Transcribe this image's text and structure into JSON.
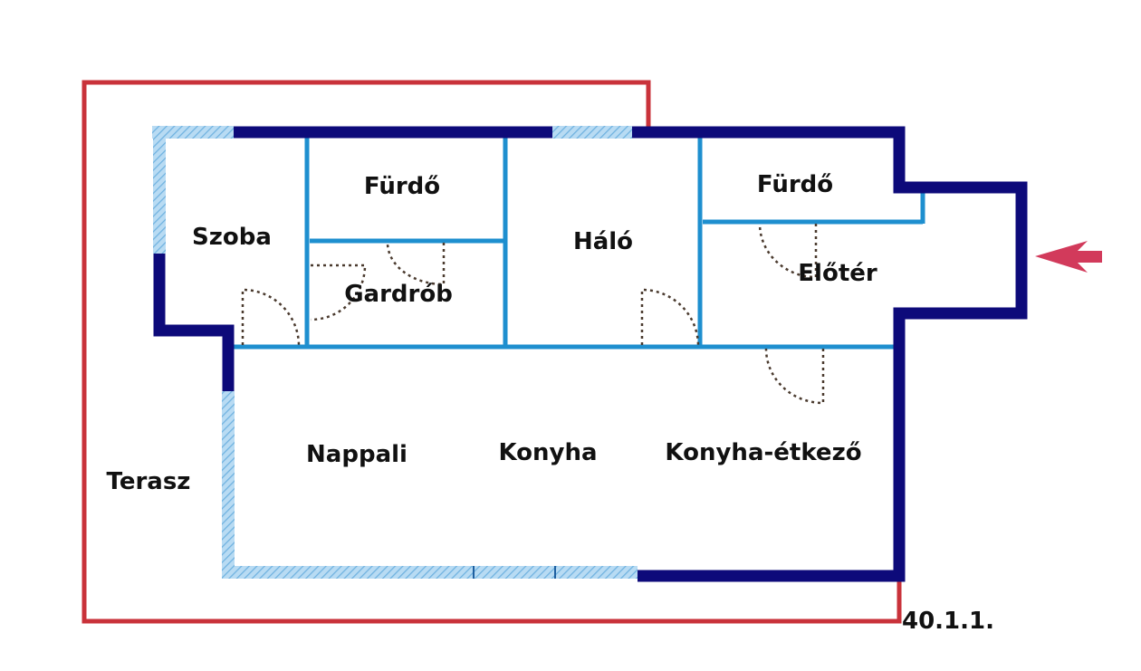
{
  "rooms": {
    "szoba": "Szoba",
    "furdo_left": "Fürdő",
    "gardrob": "Gardrób",
    "halo": "Háló",
    "furdo_right": "Fürdő",
    "eloter": "Előtér",
    "nappali": "Nappali",
    "konyha": "Konyha",
    "konyha_etkezo": "Konyha-étkező",
    "terasz": "Terasz"
  },
  "unit_code": "40.1.1.",
  "colors": {
    "outer_wall": "#0d0a7a",
    "inner_wall": "#1e8fcf",
    "terrace_outline": "#c9323a",
    "window_hatch": "#8ec5ea",
    "door_swing": "#4a3a2e",
    "entrance_arrow": "#d23a5b"
  },
  "icons": {
    "entrance": "entrance-arrow-icon"
  }
}
